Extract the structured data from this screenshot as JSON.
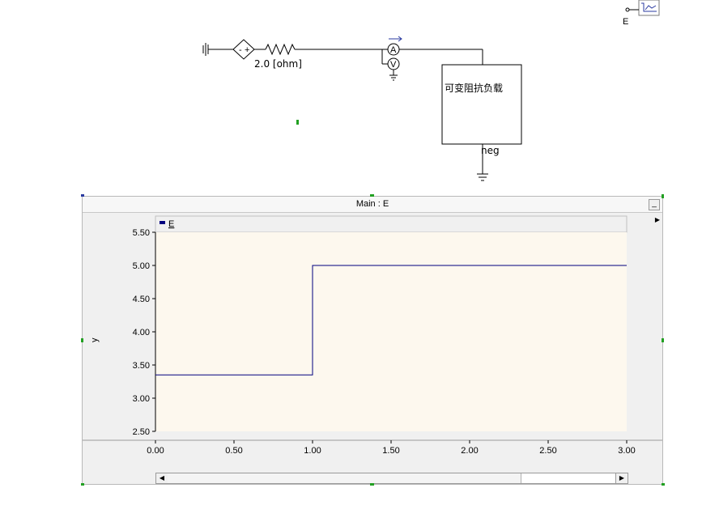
{
  "circuit": {
    "resistor_label": "2.0 [ohm]",
    "ammeter_symbol": "A",
    "voltmeter_symbol": "V",
    "source_symbol": "+",
    "source_minus": "-",
    "load_label": "可变阻抗负载",
    "neg_label": "neg",
    "corner_signal_label": "E"
  },
  "plot_window": {
    "title": "Main : E",
    "minimize_label": "_",
    "expand_label": "▶",
    "scroll_left_label": "◀",
    "scroll_right_label": "▶"
  },
  "colors": {
    "plot_background": "#fdf8ee",
    "series_line": "#00007f",
    "window_chrome": "#f0f0f0"
  },
  "chart_data": {
    "type": "line",
    "ylabel": "y",
    "xlabel": "",
    "xlim": [
      0.0,
      3.0
    ],
    "ylim": [
      2.5,
      5.5
    ],
    "x_ticks": [
      "0.00",
      "0.50",
      "1.00",
      "1.50",
      "2.00",
      "2.50",
      "3.00"
    ],
    "y_ticks": [
      "5.50",
      "5.00",
      "4.50",
      "4.00",
      "3.50",
      "3.00",
      "2.50"
    ],
    "legend_position": "top-left",
    "series": [
      {
        "name": "E",
        "x": [
          0.0,
          1.0,
          1.0,
          3.0
        ],
        "y": [
          3.35,
          3.35,
          5.0,
          5.0
        ]
      }
    ]
  }
}
